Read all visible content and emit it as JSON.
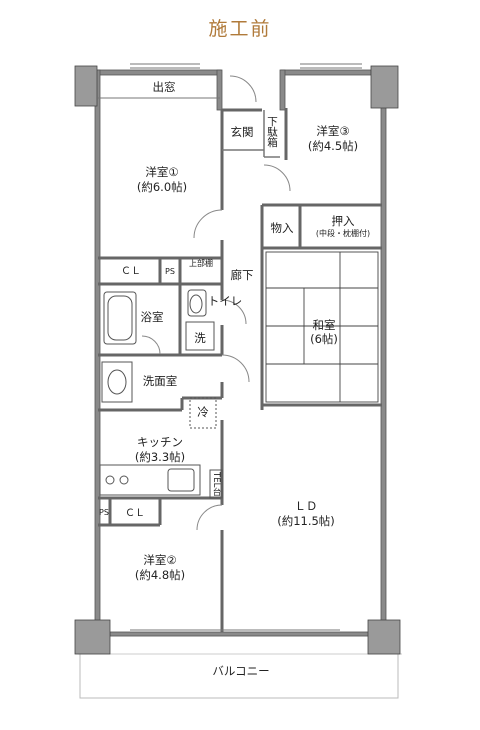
{
  "title": "施工前",
  "rooms": {
    "bay_window": "出窓",
    "western1_name": "洋室①",
    "western1_size": "(約6.0帖)",
    "entrance": "玄関",
    "shoe_box": "下駄箱",
    "western3_name": "洋室③",
    "western3_size": "(約4.5帖)",
    "storage": "物入",
    "closet_name": "押入",
    "closet_note": "(中段・枕棚付)",
    "cl1": "ＣＬ",
    "ps1": "PS",
    "top_shelf": "上部棚",
    "hallway": "廊下",
    "toilet": "トイレ",
    "bath": "浴室",
    "laundry": "洗",
    "washroom": "洗面室",
    "japanese_name": "和室",
    "japanese_size": "(6帖)",
    "fridge": "冷",
    "kitchen_name": "キッチン",
    "kitchen_size": "(約3.3帖)",
    "tel_stand": "TEL台",
    "ps2": "PS",
    "cl2": "ＣＬ",
    "ld_name": "ＬＤ",
    "ld_size": "(約11.5帖)",
    "western2_name": "洋室②",
    "western2_size": "(約4.8帖)",
    "balcony": "バルコニー"
  }
}
